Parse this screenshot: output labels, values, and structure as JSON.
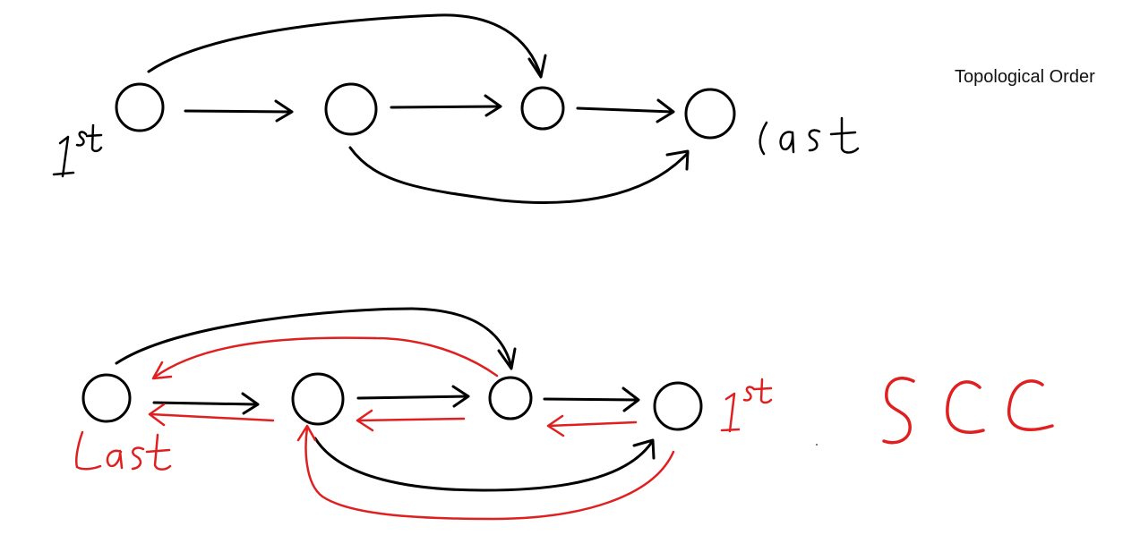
{
  "diagrams": {
    "top": {
      "title": "Topological Order",
      "first_label": "1st",
      "last_label": "last",
      "stroke_color": "#000000"
    },
    "bottom": {
      "title": "SCC",
      "first_label": "1st",
      "last_label": "Last",
      "forward_color": "#000000",
      "reverse_color": "#e02020"
    }
  }
}
